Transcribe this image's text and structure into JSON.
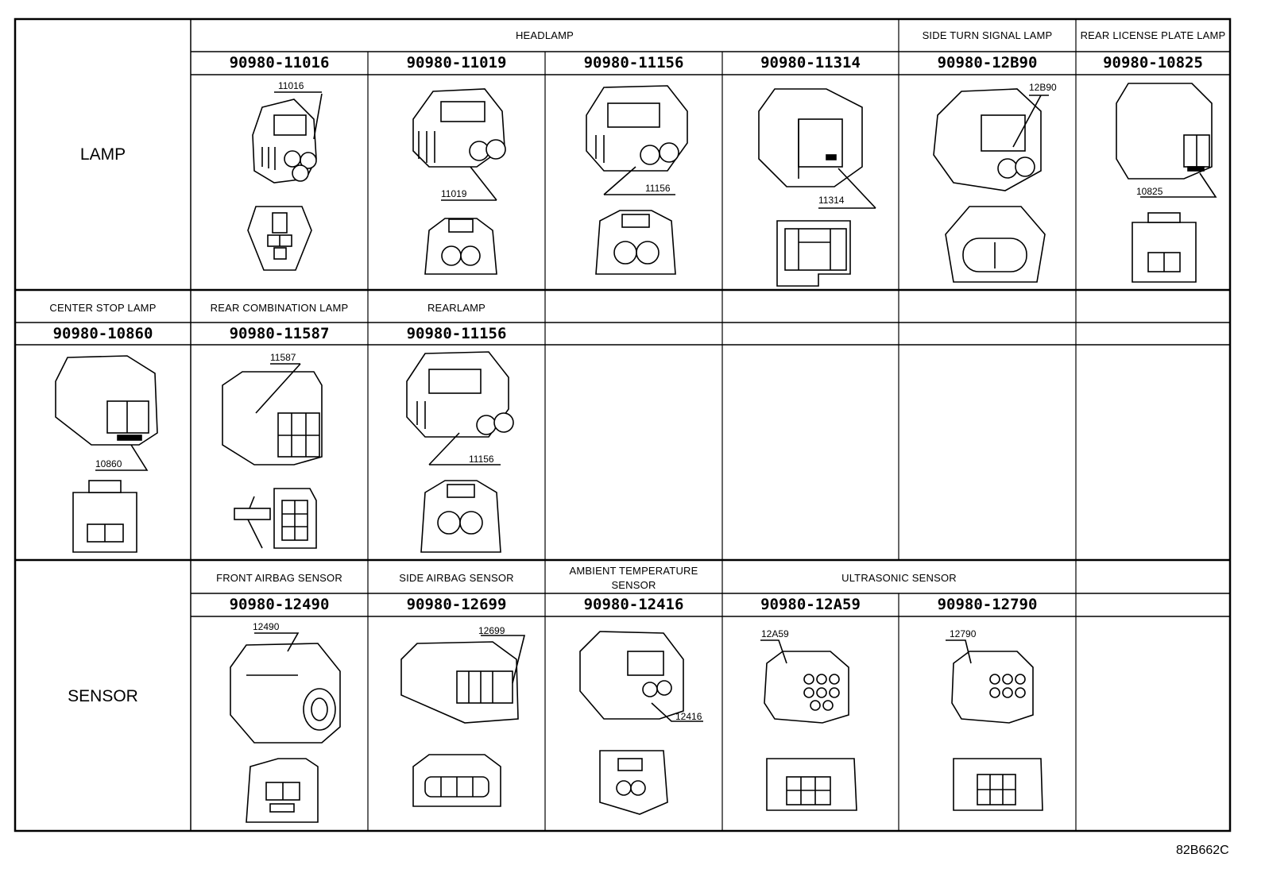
{
  "sections": {
    "lamp": "LAMP",
    "sensor": "SENSOR"
  },
  "row1": {
    "headlamp": "HEADLAMP",
    "side_turn": "SIDE TURN SIGNAL LAMP",
    "rear_license": "REAR LICENSE PLATE LAMP",
    "parts": [
      "90980-11016",
      "90980-11019",
      "90980-11156",
      "90980-11314",
      "90980-12B90",
      "90980-10825"
    ],
    "callouts": [
      "11016",
      "11019",
      "11156",
      "11314",
      "12B90",
      "10825"
    ]
  },
  "row2": {
    "center_stop": "CENTER STOP LAMP",
    "rear_combination": "REAR COMBINATION LAMP",
    "rearlamp": "REARLAMP",
    "parts": [
      "90980-10860",
      "90980-11587",
      "90980-11156"
    ],
    "callouts": [
      "10860",
      "11587",
      "11156"
    ]
  },
  "row3": {
    "front_airbag": "FRONT AIRBAG SENSOR",
    "side_airbag": "SIDE AIRBAG SENSOR",
    "ambient_l1": "AMBIENT TEMPERATURE",
    "ambient_l2": "SENSOR",
    "ultrasonic": "ULTRASONIC SENSOR",
    "parts": [
      "90980-12490",
      "90980-12699",
      "90980-12416",
      "90980-12A59",
      "90980-12790"
    ],
    "callouts": [
      "12490",
      "12699",
      "12416",
      "12A59",
      "12790"
    ]
  },
  "footer_code": "82B662C"
}
